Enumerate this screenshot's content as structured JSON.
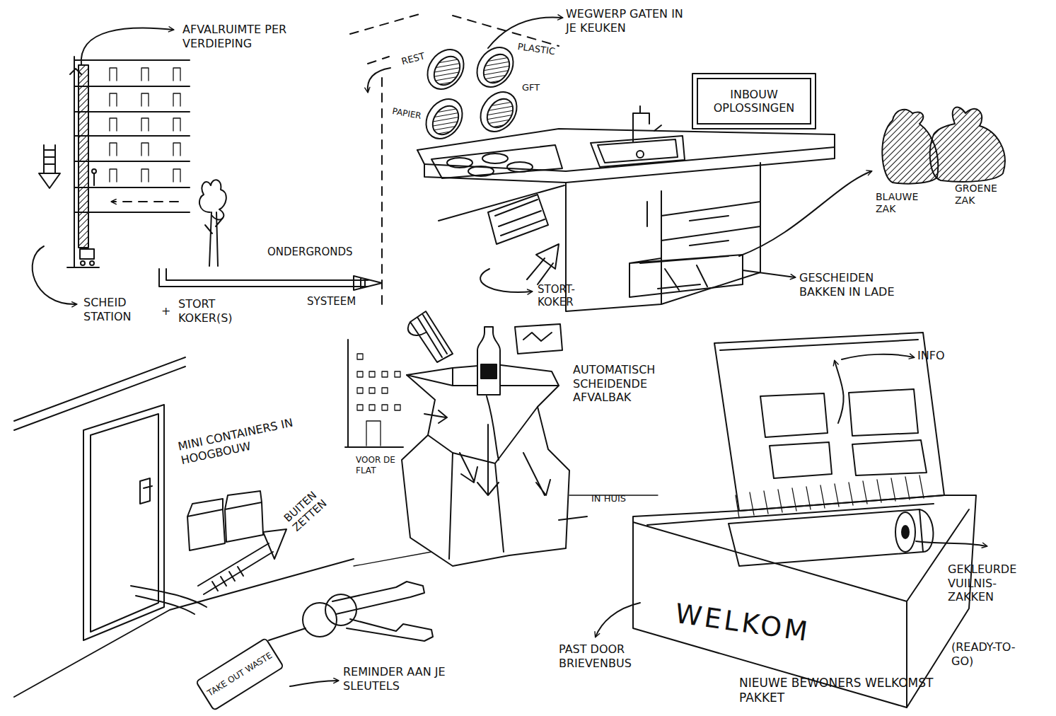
{
  "diagram": {
    "nodes": [
      {
        "text": [
          "INBOUW OPLOSSINGEN"
        ]
      },
      {
        "text": [
          "TAKE OUT WASTE"
        ]
      },
      {
        "text": [
          "WELKOM"
        ]
      }
    ],
    "labels": [
      "AFVALRUIMTE PER VERDIEPING",
      "SCHEID STATION",
      "+",
      "STORT KOKER(S)",
      "ONDERGRONDS",
      "SYSTEEM",
      "WEGWERP GATEN IN JE KEUKEN",
      "REST",
      "PLASTIC",
      "PAPIER",
      "GFT",
      "BLAUWE ZAK",
      "GROENE ZAK",
      "STORT- KOKER",
      "GESCHEIDEN BAKKEN IN LADE",
      "AUTOMATISCH SCHEIDENDE AFVALBAK",
      "VOOR DE FLAT",
      "IN HUIS",
      "MINI CONTAINERS IN HOOGBOUW",
      "BUITEN ZETTEN",
      "REMINDER AAN JE SLEUTELS",
      "INFO",
      "GEKLEURDE VUILNIS- ZAKKEN",
      "(READY-TO- GO)",
      "PAST DOOR BRIEVENBUS",
      "NIEUWE BEWONERS WELKOMST PAKKET"
    ]
  }
}
